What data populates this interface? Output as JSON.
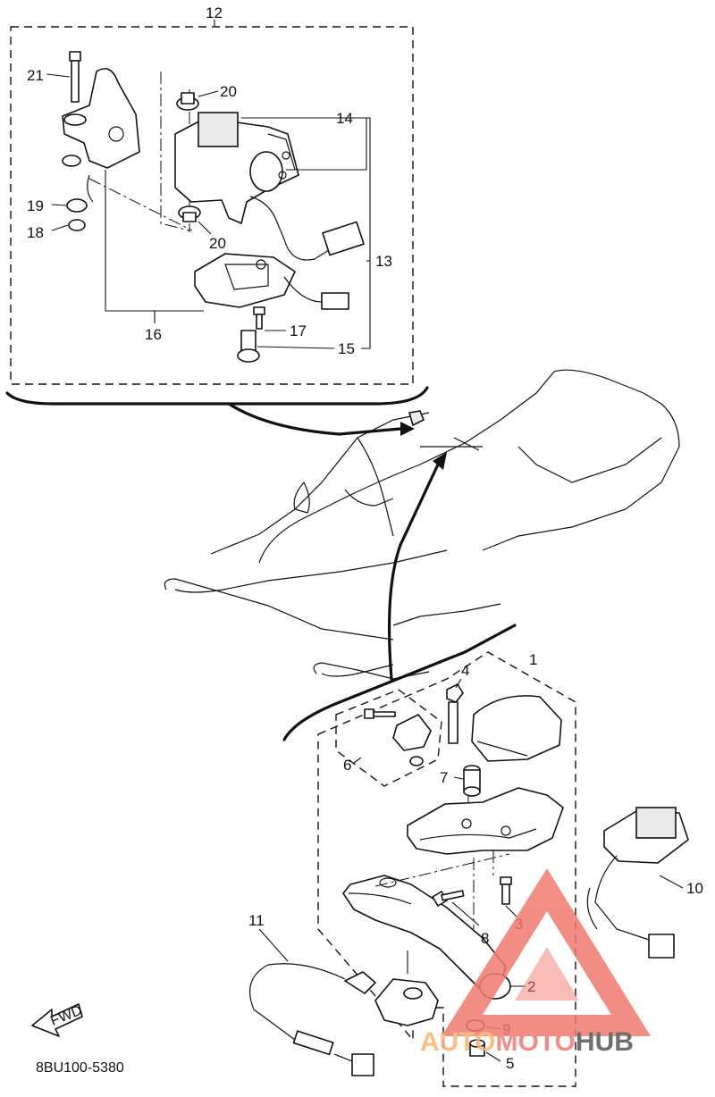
{
  "diagram": {
    "drawing_code": "8BU100-5380",
    "direction_label": "FWD",
    "callouts": [
      {
        "id": "c1",
        "label": "1"
      },
      {
        "id": "c2",
        "label": "2"
      },
      {
        "id": "c3",
        "label": "3"
      },
      {
        "id": "c4",
        "label": "4"
      },
      {
        "id": "c5",
        "label": "5"
      },
      {
        "id": "c6",
        "label": "6"
      },
      {
        "id": "c7",
        "label": "7"
      },
      {
        "id": "c8",
        "label": "8"
      },
      {
        "id": "c9",
        "label": "9"
      },
      {
        "id": "c10",
        "label": "10"
      },
      {
        "id": "c11",
        "label": "11"
      },
      {
        "id": "c12",
        "label": "12"
      },
      {
        "id": "c13",
        "label": "13"
      },
      {
        "id": "c14",
        "label": "14"
      },
      {
        "id": "c15",
        "label": "15"
      },
      {
        "id": "c16",
        "label": "16"
      },
      {
        "id": "c17",
        "label": "17"
      },
      {
        "id": "c18",
        "label": "18"
      },
      {
        "id": "c19",
        "label": "19"
      },
      {
        "id": "c20a",
        "label": "20"
      },
      {
        "id": "c20b",
        "label": "20"
      },
      {
        "id": "c21",
        "label": "21"
      }
    ]
  },
  "watermark": {
    "part1": "AUTO",
    "part2": "MOTO",
    "part3": "HUB",
    "color_main": "#f07a6e",
    "color_light": "#f8b36e",
    "color_dark": "#555555"
  },
  "colors": {
    "line": "#111111",
    "background": "#ffffff"
  }
}
